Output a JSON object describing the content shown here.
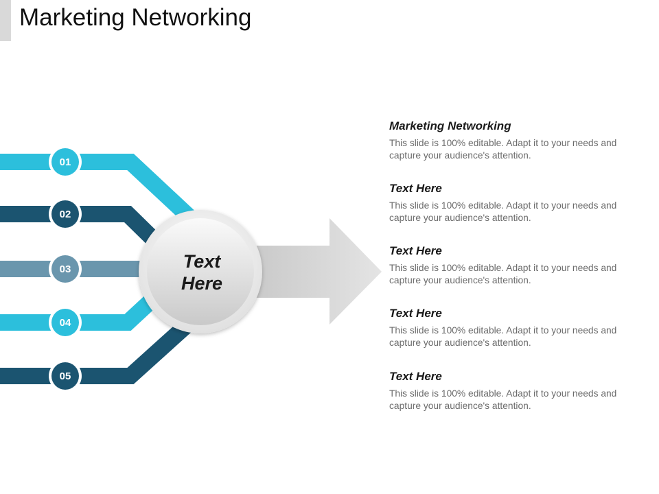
{
  "title": "Marketing Networking",
  "center_label": [
    "Text",
    "Here"
  ],
  "colors": {
    "cyan": "#2cbfdc",
    "navy": "#1b5470",
    "slate": "#6a96ad",
    "title_bar": "#d9d9d9",
    "arrow": "#d4d4d4"
  },
  "lines": [
    {
      "number": "01",
      "color": "#2cbfdc"
    },
    {
      "number": "02",
      "color": "#1b5470"
    },
    {
      "number": "03",
      "color": "#6a96ad"
    },
    {
      "number": "04",
      "color": "#2cbfdc"
    },
    {
      "number": "05",
      "color": "#1b5470"
    }
  ],
  "blocks": [
    {
      "heading": "Marketing Networking",
      "body": "This slide is 100% editable. Adapt it to your needs and capture your audience's attention."
    },
    {
      "heading": "Text Here",
      "body": "This slide is 100% editable. Adapt it to your needs and capture your audience's attention."
    },
    {
      "heading": "Text Here",
      "body": "This slide is 100% editable. Adapt it to your needs and capture your audience's attention."
    },
    {
      "heading": "Text Here",
      "body": "This slide is 100% editable. Adapt it to your needs and capture your audience's attention."
    },
    {
      "heading": "Text Here",
      "body": "This slide is 100% editable. Adapt it to your needs and capture your audience's attention."
    }
  ]
}
